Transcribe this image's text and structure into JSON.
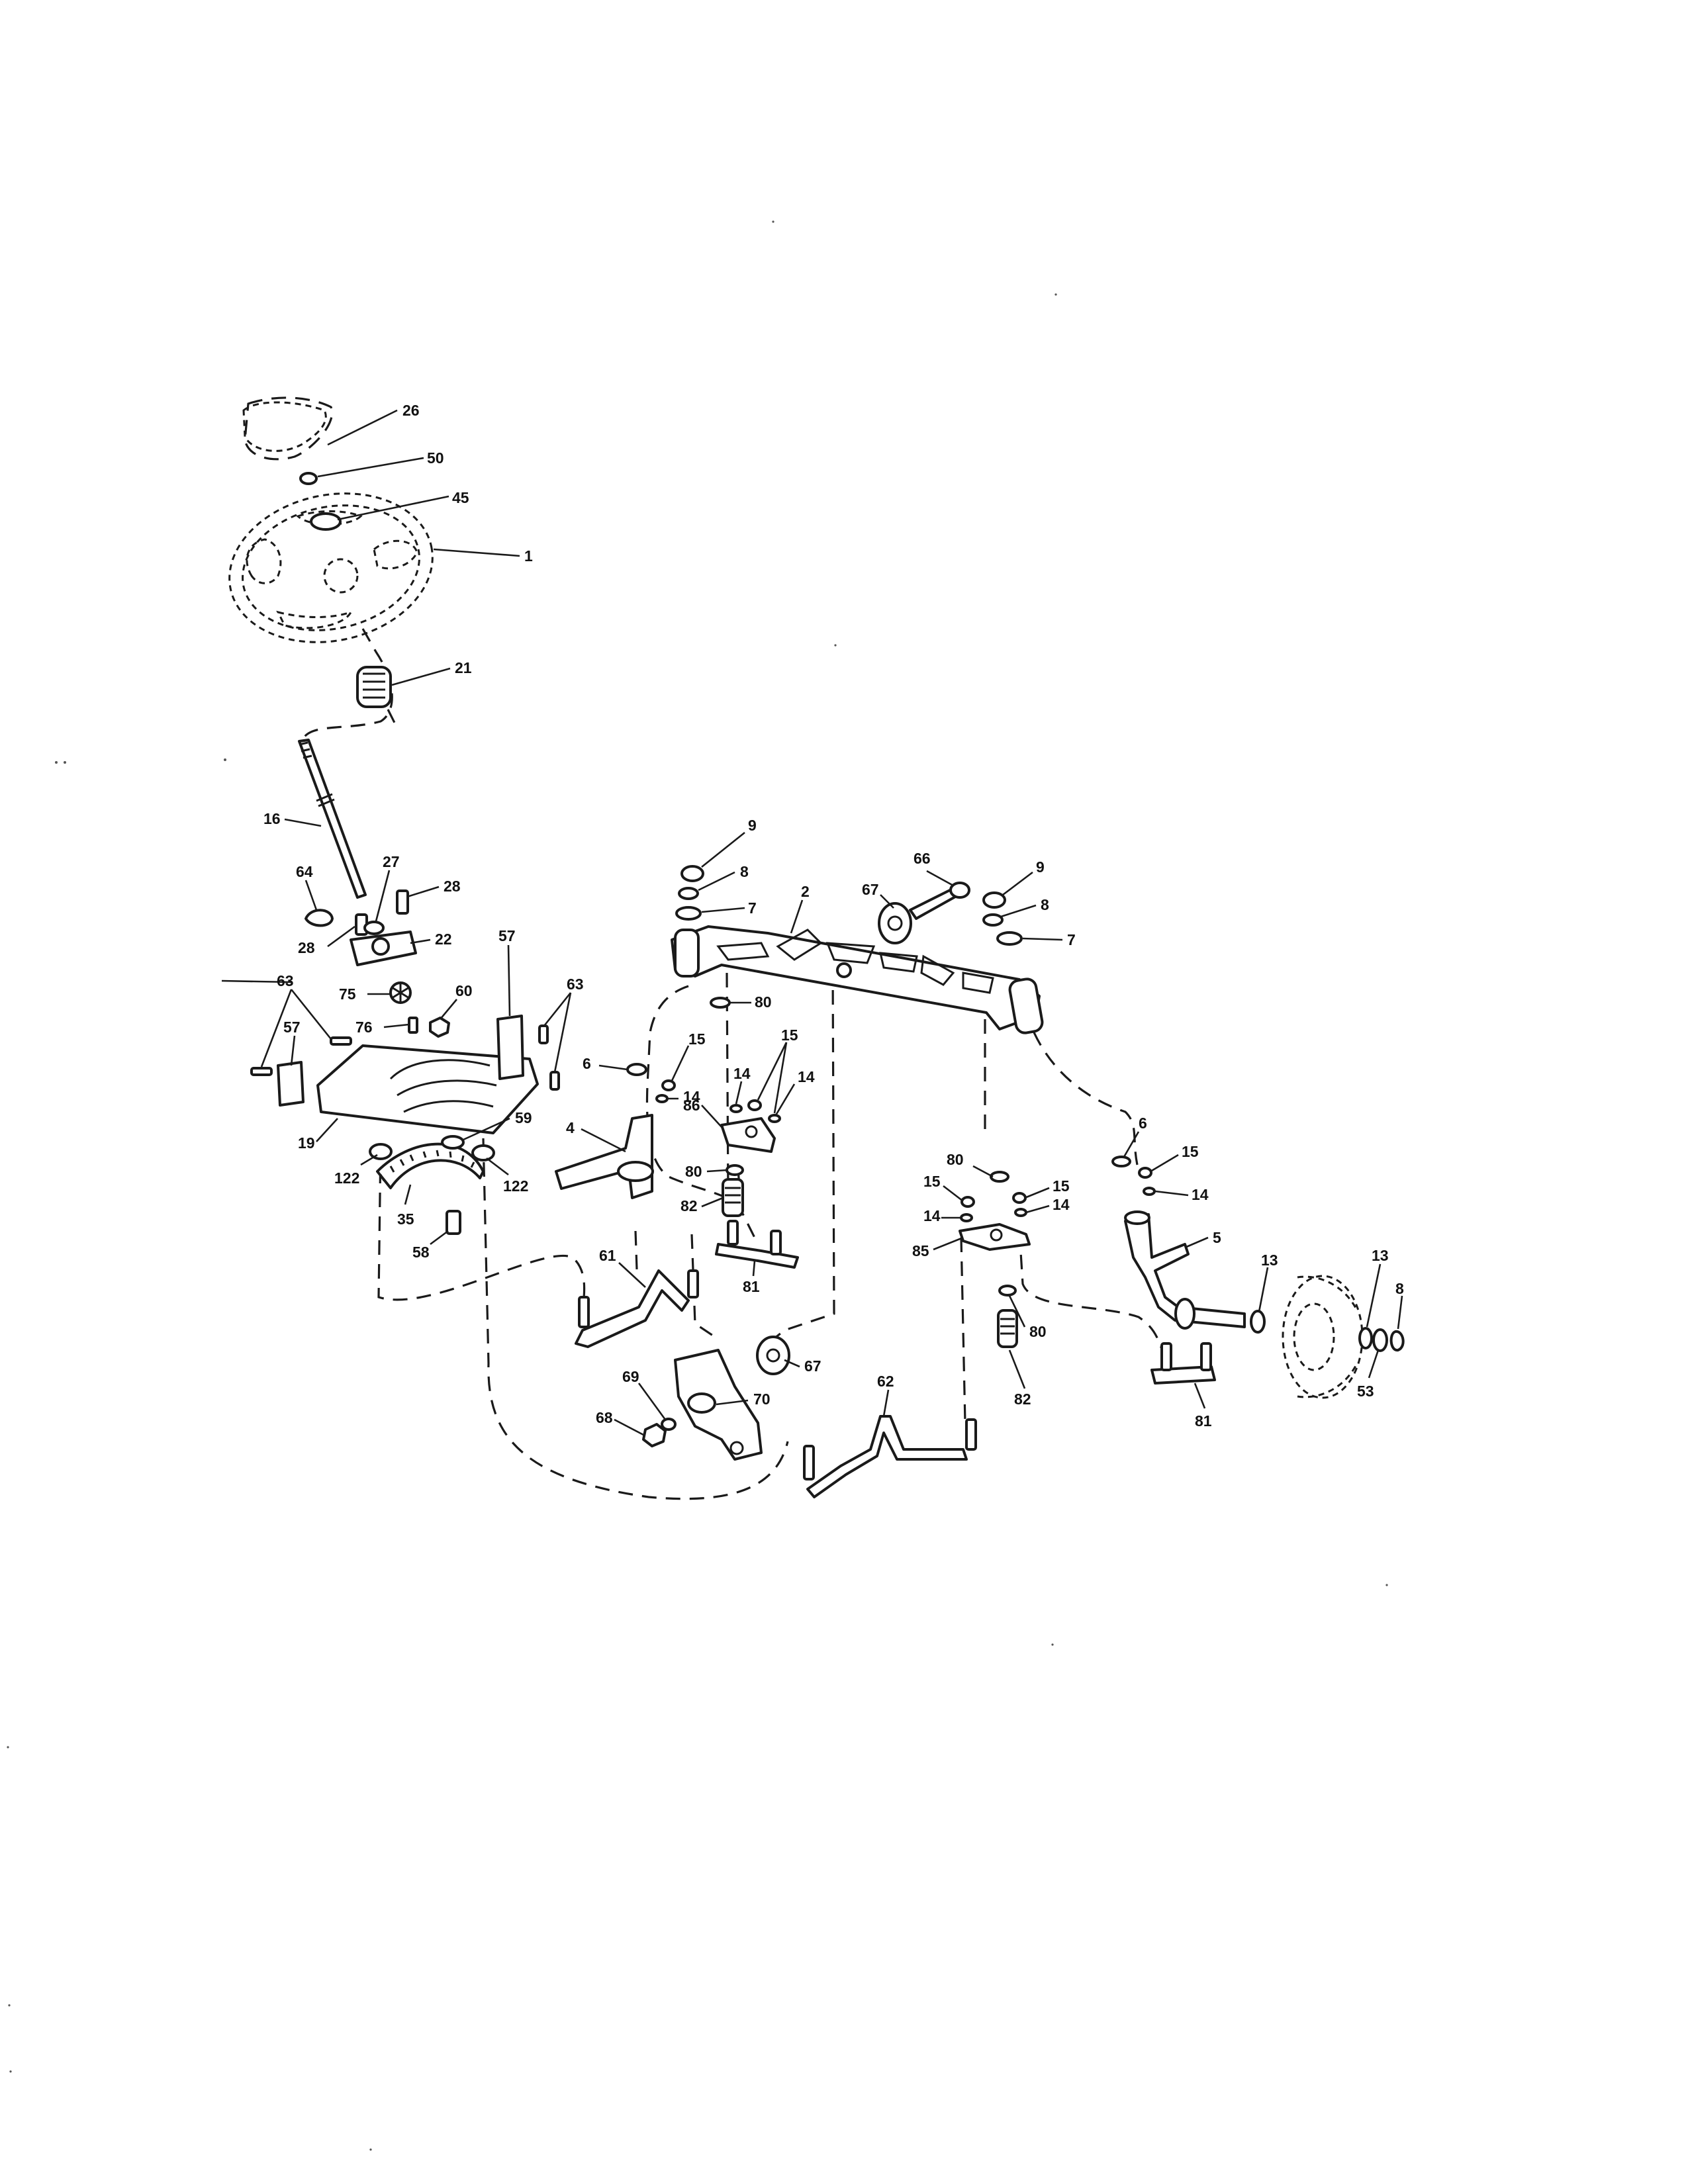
{
  "labels": {
    "c1": "1",
    "c2": "2",
    "c4": "4",
    "c5": "5",
    "c6a": "6",
    "c6b": "6",
    "c7a": "7",
    "c7b": "7",
    "c8a": "8",
    "c8b": "8",
    "c8c": "8",
    "c9a": "9",
    "c9b": "9",
    "c13a": "13",
    "c13b": "13",
    "c14a": "14",
    "c14b": "14",
    "c14c": "14",
    "c14d": "14",
    "c14e": "14",
    "c14f": "14",
    "c15a": "15",
    "c15b": "15",
    "c15c": "15",
    "c15d": "15",
    "c15e": "15",
    "c16": "16",
    "c19": "19",
    "c21": "21",
    "c22": "22",
    "c26": "26",
    "c27": "27",
    "c28a": "28",
    "c28b": "28",
    "c35": "35",
    "c45": "45",
    "c50": "50",
    "c53": "53",
    "c57a": "57",
    "c57b": "57",
    "c58": "58",
    "c59": "59",
    "c60": "60",
    "c61": "61",
    "c62": "62",
    "c63a": "63",
    "c63b": "63",
    "c64": "64",
    "c66": "66",
    "c67a": "67",
    "c67b": "67",
    "c68": "68",
    "c69": "69",
    "c70": "70",
    "c75": "75",
    "c76": "76",
    "c80a": "80",
    "c80b": "80",
    "c80c": "80",
    "c80d": "80",
    "c81a": "81",
    "c81b": "81",
    "c82a": "82",
    "c82b": "82",
    "c85": "85",
    "c86": "86",
    "c122a": "122",
    "c122b": "122"
  }
}
